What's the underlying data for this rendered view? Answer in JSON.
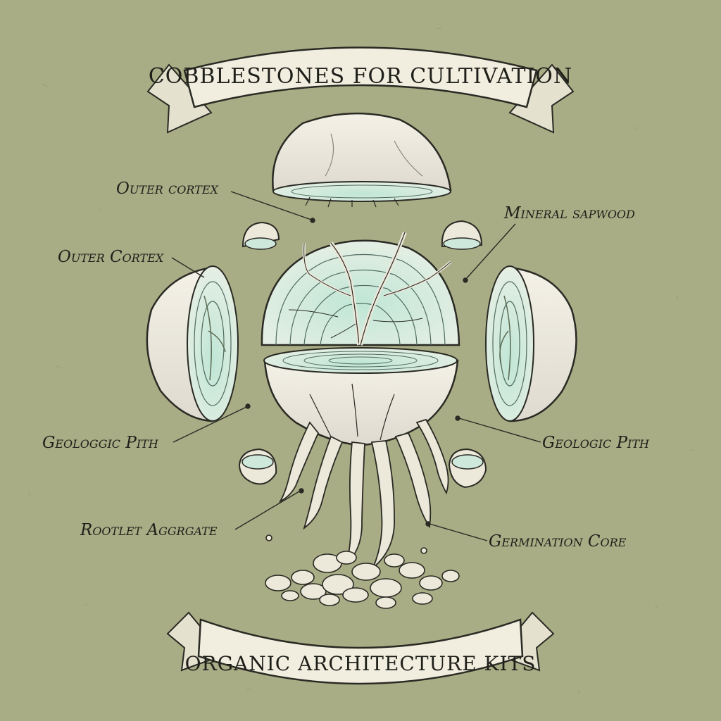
{
  "banner_top": "COBBLESTONES FOR CULTIVATION",
  "banner_bottom": "ORGANIC ARCHITECTURE KITS",
  "labels": {
    "outer_cortex_a": "Outer cortex",
    "outer_cortex_b": "Outer Cortex",
    "mineral_sapwood": "Mineral sapwood",
    "geologgic_pith": "Geologgic Pith",
    "geolologic_pith": "Geolοgic Pith",
    "rootlet_aggregate": "Rootlet Aggrgate",
    "germination_core": "Germination Core"
  },
  "colors": {
    "background": "#a8ad85",
    "stone": "#ece8da",
    "core": "#cfe8dc",
    "ink": "#2a2a24",
    "banner": "#f1eedf"
  }
}
